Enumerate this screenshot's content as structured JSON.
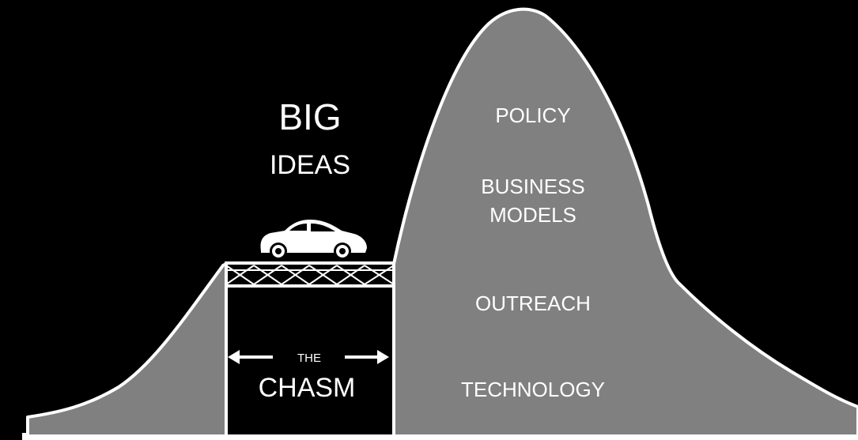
{
  "colors": {
    "background": "#000000",
    "curve_fill": "#808080",
    "outline": "#ffffff",
    "text": "#ffffff"
  },
  "headline": {
    "line1": "BIG",
    "line2": "IDEAS"
  },
  "chasm": {
    "prefix": "THE",
    "word": "CHASM"
  },
  "layers": {
    "policy": "POLICY",
    "business_line1": "BUSINESS",
    "business_line2": "MODELS",
    "outreach": "OUTREACH",
    "technology": "TECHNOLOGY"
  },
  "icons": {
    "vehicle": "car-icon",
    "bridge": "truss-bridge-icon",
    "arrows": [
      "arrow-left-icon",
      "arrow-right-icon"
    ]
  }
}
